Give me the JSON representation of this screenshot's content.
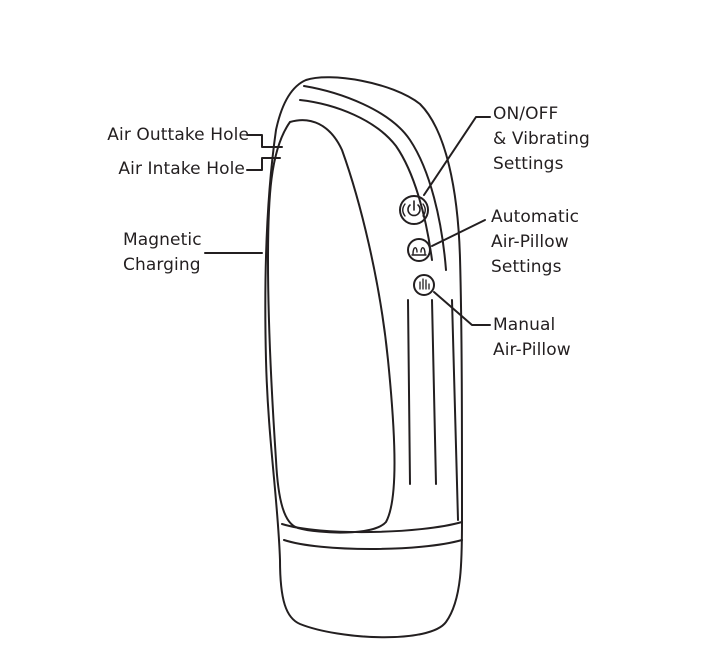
{
  "labels": {
    "air_outtake": "Air Outtake Hole",
    "air_intake": "Air Intake Hole",
    "magnetic_charging": [
      "Magnetic",
      "Charging"
    ],
    "on_off": [
      "ON/OFF",
      "& Vibrating",
      "Settings"
    ],
    "automatic_air_pillow": [
      "Automatic",
      "Air-Pillow",
      "Settings"
    ],
    "manual_air_pillow": [
      "Manual",
      "Air-Pillow"
    ]
  },
  "colors": {
    "line": "#231f20",
    "background": "#ffffff"
  },
  "icons": [
    "power-vibration-icon",
    "air-pillow-auto-icon",
    "hand-icon"
  ]
}
